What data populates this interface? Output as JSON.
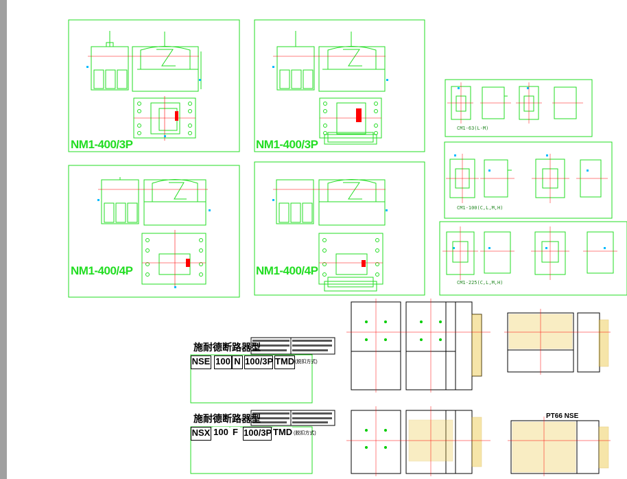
{
  "drawings": {
    "nm1_400_3p_a": "NM1-400/3P",
    "nm1_400_3p_b": "NM1-400/3P",
    "nm1_400_4p_a": "NM1-400/4P",
    "nm1_400_4p_b": "NM1-400/4P",
    "cm1_63": "CM1-63(L-M)",
    "cm1_100": "CM1-100(C,L,M,H)",
    "cm1_225": "CM1-225(C,L,M,H)"
  },
  "tables": {
    "nse": {
      "title": "施耐德断路器型",
      "codes": [
        "NSE",
        "100",
        "N",
        "100/3P",
        "TMD"
      ],
      "tmd_note": "(脱扣方式)"
    },
    "nsx": {
      "title": "施耐德断路器型",
      "codes": [
        "NSX",
        "100",
        "F",
        "100/3P",
        "TMD"
      ],
      "tmd_note": "(脱扣方式)"
    }
  },
  "labels": {
    "pt66": "PT66 NSE"
  },
  "colors": {
    "line": "#22dd22",
    "accent": "#ff0000",
    "marker": "#00bbff",
    "dark": "#000000",
    "yellow": "#eecc55"
  }
}
